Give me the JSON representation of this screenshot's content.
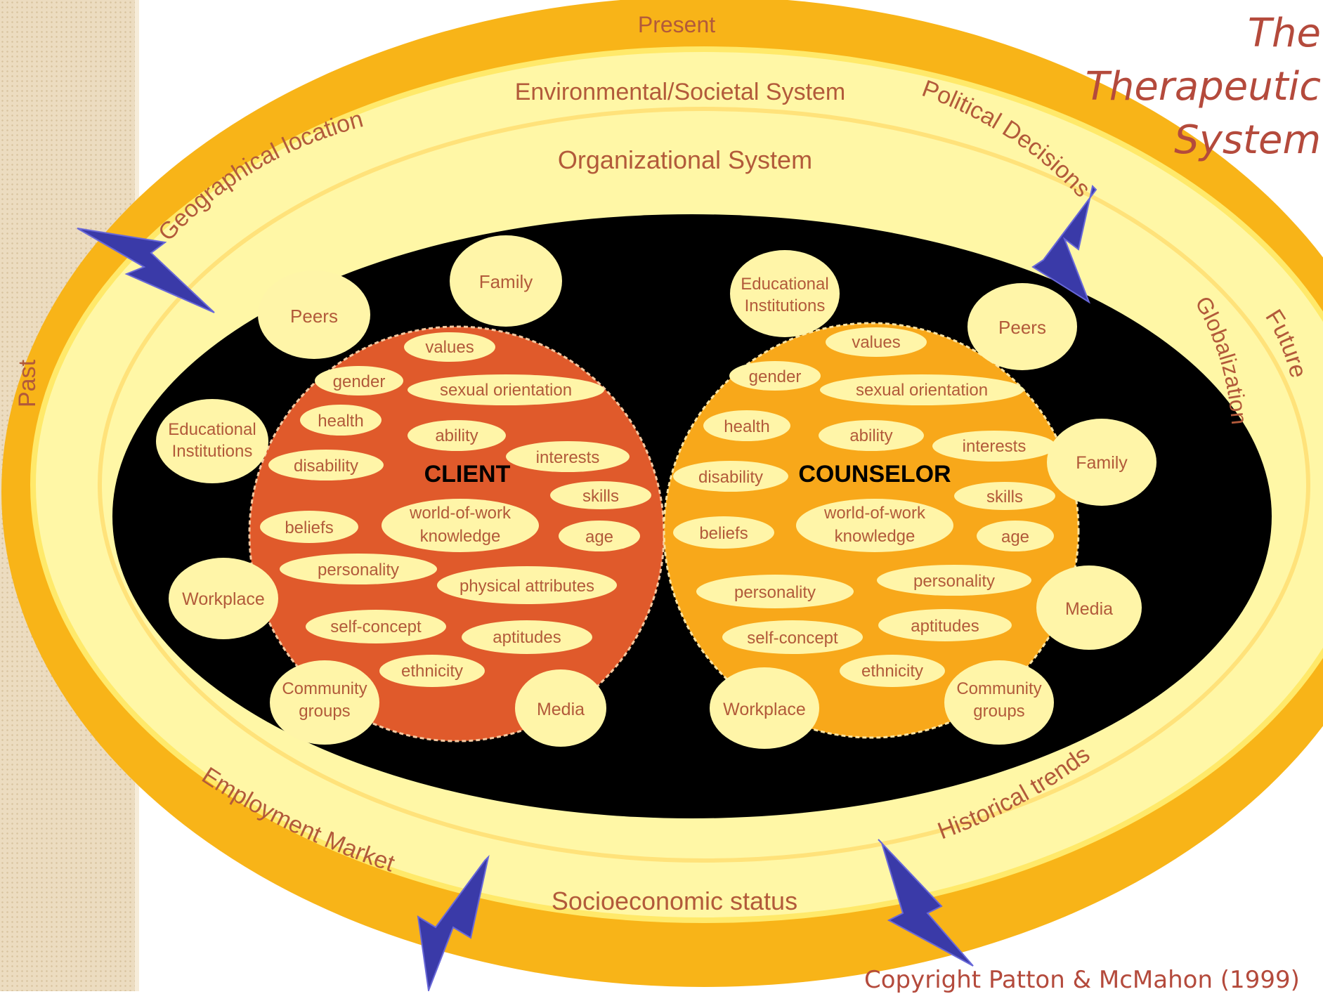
{
  "title": {
    "line1": "The Therapeutic",
    "line2": "System"
  },
  "copyright": "Copyright Patton & McMahon (1999)",
  "time_labels": {
    "present": "Present",
    "past": "Past",
    "future": "Future"
  },
  "systems": {
    "environmental": "Environmental/Societal System",
    "organizational": "Organizational  System"
  },
  "ring_labels": {
    "geographical": "Geographical location",
    "political": "Political Decisions",
    "globalization": "Globalization",
    "historical": "Historical trends",
    "employment": "Employment Market",
    "socioeconomic": "Socioeconomic status"
  },
  "client": {
    "title": "CLIENT",
    "influences": {
      "family": "Family",
      "peers": "Peers",
      "edu1": "Educational",
      "edu2": "Institutions",
      "workplace": "Workplace",
      "community1": "Community",
      "community2": "groups",
      "media": "Media"
    },
    "attributes": {
      "values": "values",
      "gender": "gender",
      "sexual_orientation": "sexual orientation",
      "health": "health",
      "ability": "ability",
      "interests": "interests",
      "disability": "disability",
      "skills": "skills",
      "beliefs": "beliefs",
      "wow1": "world-of-work",
      "wow2": "knowledge",
      "age": "age",
      "personality": "personality",
      "physical": "physical attributes",
      "self_concept": "self-concept",
      "aptitudes": "aptitudes",
      "ethnicity": "ethnicity"
    }
  },
  "counselor": {
    "title": "COUNSELOR",
    "influences": {
      "edu1": "Educational",
      "edu2": "Institutions",
      "peers": "Peers",
      "family": "Family",
      "media": "Media",
      "workplace": "Workplace",
      "community1": "Community",
      "community2": "groups"
    },
    "attributes": {
      "values": "values",
      "gender": "gender",
      "sexual_orientation": "sexual orientation",
      "health": "health",
      "ability": "ability",
      "interests": "interests",
      "disability": "disability",
      "skills": "skills",
      "beliefs": "beliefs",
      "wow1": "world-of-work",
      "wow2": "knowledge",
      "age": "age",
      "personality_a": "personality",
      "personality_b": "personality",
      "self_concept": "self-concept",
      "aptitudes": "aptitudes",
      "ethnicity": "ethnicity"
    }
  },
  "colors": {
    "outer_ring": "#f8b418",
    "inner_ring": "#fff7a6",
    "core": "#000000",
    "client_circle": "#e05a2b",
    "counselor_circle": "#f8a81a",
    "bubble": "#fff5a8",
    "label_text": "#b25a3a",
    "bolt": "#3a3aa8"
  }
}
